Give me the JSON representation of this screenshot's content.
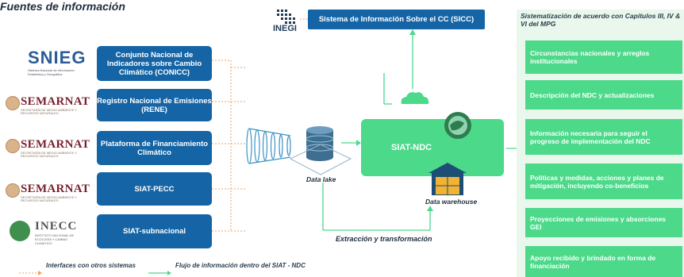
{
  "sources_title": "Fuentes de información",
  "sources": [
    {
      "logo": "SNIEG",
      "logo_sub": "Sistema Nacional de Información Estadística y Geográfica",
      "label": "Conjunto Nacional de Indicadores sobre Cambio Climático (CONICC)"
    },
    {
      "logo": "SEMARNAT",
      "logo_sub": "SECRETARÍA DE MEDIO AMBIENTE Y RECURSOS NATURALES",
      "label": "Registro Nacional de Emisiones (RENE)"
    },
    {
      "logo": "SEMARNAT",
      "logo_sub": "SECRETARÍA DE MEDIO AMBIENTE Y RECURSOS NATURALES",
      "label": "Plataforma de Financiamiento Climático"
    },
    {
      "logo": "SEMARNAT",
      "logo_sub": "SECRETARÍA DE MEDIO AMBIENTE Y RECURSOS NATURALES",
      "label": "SIAT-PECC"
    },
    {
      "logo": "INECC",
      "logo_sub": "INSTITUTO NACIONAL DE ECOLOGÍA Y CAMBIO CLIMÁTICO",
      "label": "SIAT-subnacional"
    }
  ],
  "inegi_logo": "INEGI",
  "sicc_label": "Sistema de Información Sobre el CC (SICC)",
  "data_lake_label": "Data lake",
  "siat_label": "SIAT-NDC",
  "warehouse_label": "Data warehouse",
  "extraction_label": "Extracción y transformación",
  "right_title": "Sistematización de acuerdo con Capítulos III, IV & VI del MPG",
  "outputs": [
    "Circunstancias nacionales y arreglos institucionales",
    "Descripción del NDC y actualizaciones",
    "Información necesaria para seguir el progreso de implementación del NDC",
    "Políticas y medidas, acciones y planes de mitigación, incluyendo co-beneficios",
    "Proyecciones de emisiones y absorciones GEI",
    "Apoyo recibido y brindado en forma de financiación"
  ],
  "legend": {
    "external": "Interfaces con otros sistemas",
    "internal": "Flujo de información dentro del SIAT - NDC"
  },
  "colors": {
    "blue": "#1565a6",
    "green": "#4cd98a",
    "orange": "#f0a060",
    "panel": "#e9f7ec"
  }
}
